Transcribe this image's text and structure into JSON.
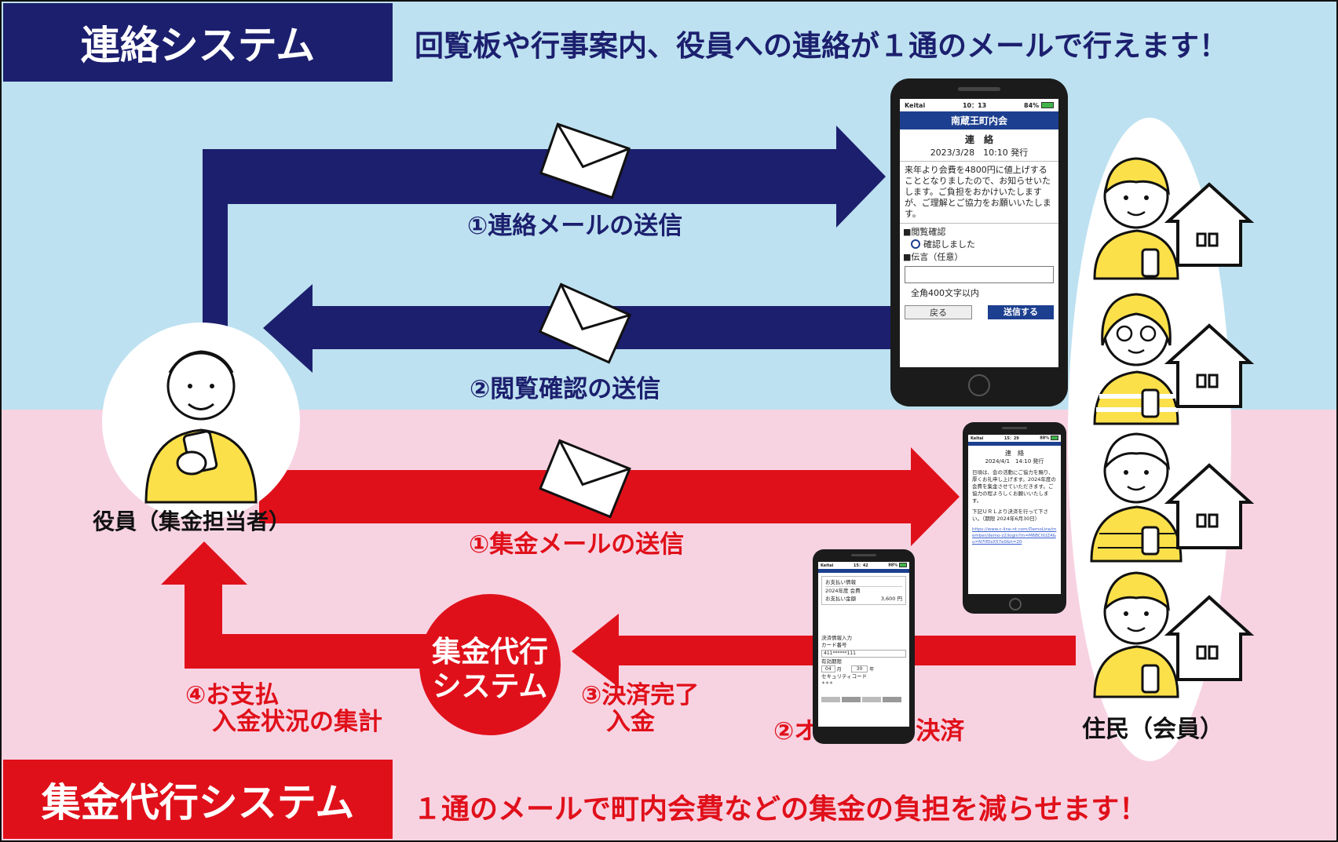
{
  "header": {
    "title": "連絡システム",
    "tagline": "回覧板や行事案内、役員への連絡が１通のメールで行えます！"
  },
  "footer": {
    "title": "集金代行システム",
    "tagline": "１通のメールで町内会費などの集金の負担を減らせます！"
  },
  "colors": {
    "navy": "#1c1f6e",
    "red": "#e0101a",
    "sky": "#bde1f0",
    "pink": "#f7d3e2",
    "figure_yellow": "#fbe04a"
  },
  "actors": {
    "officer_label": "役員（集金担当者）",
    "residents_label": "住民（会員）"
  },
  "flows": {
    "contact_send": "①連絡メールの送信",
    "read_confirm": "②閲覧確認の送信",
    "collection_send": "①集金メールの送信",
    "online_payment": "②オンライン決済",
    "payment_done_1": "③決済完了",
    "payment_done_2": "入金",
    "tally_1": "④お支払",
    "tally_2": "入金状況の集計"
  },
  "hub": {
    "line1": "集金代行",
    "line2": "システム"
  },
  "phone_main": {
    "carrier": "Keitai",
    "time": "10：13",
    "battery": "84%",
    "org": "南蔵王町内会",
    "subject": "連　絡",
    "date": "2023/3/28　10:10 発行",
    "body": "来年より会費を4800円に値上げすることとなりましたので、お知らせいたします。ご負担をおかけいたしますが、ご理解とご協力をお願いいたします。",
    "read_heading": "■閲覧確認",
    "read_option": "確認しました",
    "message_heading": "■伝言（任意）",
    "message_limit": "全角400文字以内",
    "back_button": "戻る",
    "send_button": "送信する"
  },
  "phone_collection": {
    "carrier": "Keitai",
    "time": "15：29",
    "battery": "88%",
    "subject": "連　絡",
    "date": "2024/4/1　14:10 発行",
    "body": "日頃は、会の活動にご協力を賜り、厚くお礼申し上げます。2024年度の会費を集金させていただきます。ご協力の程よろしくお願いいたします。",
    "instruction": "下記ＵＲＬより決済を行って下さい。（期限 2024年6月30日）",
    "url": "https://www.c-line-nt.com/DemoLine/member/demo-z2/login?m=M6BCtlUZ4&u=N7IfDsX57e0&h=20"
  },
  "phone_payment": {
    "carrier": "Keitai",
    "time": "15：42",
    "battery": "88%",
    "info_heading": "お支払い情報",
    "fee_name": "2024年度 会費",
    "amount_label": "お支払い金額",
    "amount": "3,600 円",
    "card_heading": "決済情報入力",
    "card_label": "カード番号",
    "card_number": "411******111",
    "expiry_label": "有効期限",
    "expiry_month": "04",
    "expiry_month_unit": "月",
    "expiry_year": "30",
    "expiry_year_unit": "年",
    "cvc_label": "セキュリティコード",
    "cvc_value": "＊＊＊"
  }
}
